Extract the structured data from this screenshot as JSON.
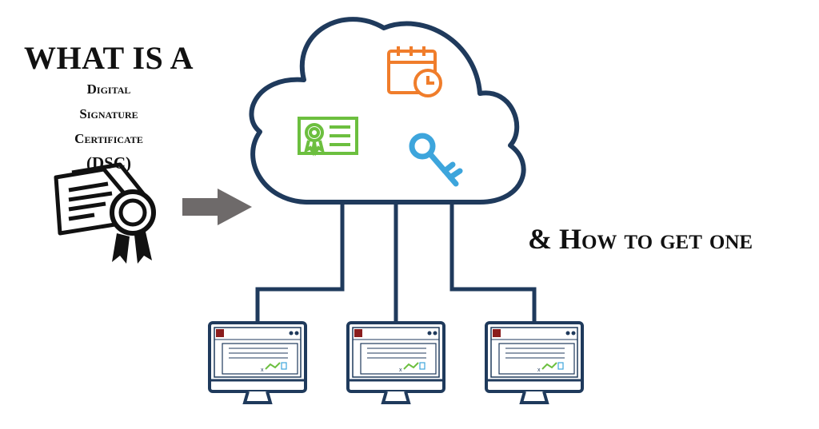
{
  "heading": {
    "line1": "WHAT IS A",
    "line2": "Digital",
    "line3": "Signature",
    "line4": "Certificate",
    "line5": "(DSC)"
  },
  "tagline": "& How to get one",
  "computers": [
    {
      "close_mark": "x"
    },
    {
      "close_mark": "x"
    },
    {
      "close_mark": "x"
    }
  ],
  "icons": {
    "document": "certificate-document-icon",
    "arrow": "arrow-right-icon",
    "cloud": "cloud-icon",
    "calendar": "calendar-clock-icon",
    "certificate": "certificate-card-icon",
    "key": "key-icon"
  },
  "colors": {
    "cloud_stroke": "#1f3a5c",
    "calendar": "#f07d2b",
    "certificate": "#6cbf3f",
    "key": "#3da5dc",
    "arrow": "#6e6a6a",
    "text": "#111111"
  }
}
